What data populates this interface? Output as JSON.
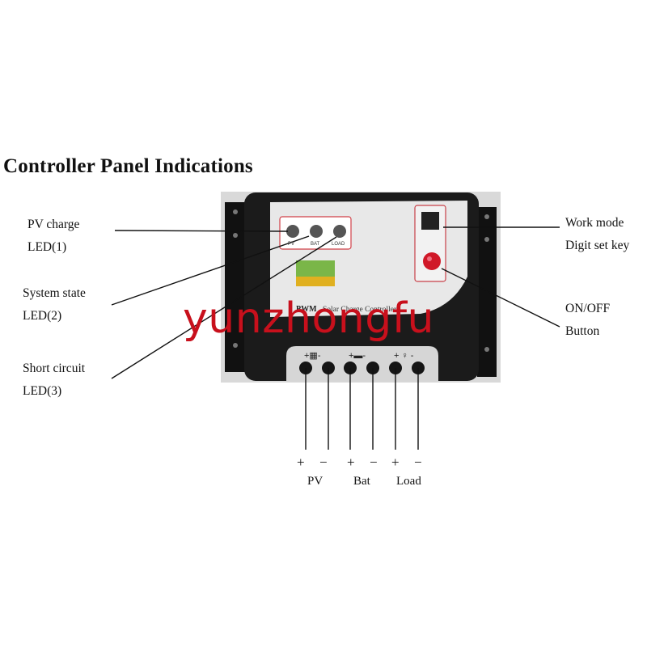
{
  "title": "Controller Panel Indications",
  "labels": {
    "pv_charge_line1": "PV charge",
    "pv_charge_line2": "LED(1)",
    "system_state_line1": "System state",
    "system_state_line2": "LED(2)",
    "short_circuit_line1": "Short circuit",
    "short_circuit_line2": "LED(3)",
    "work_mode_line1": "Work mode",
    "work_mode_line2": "Digit set key",
    "onoff_line1": "ON/OFF",
    "onoff_line2": "Button"
  },
  "device": {
    "brand": "PWM",
    "name": "Solar Charge Controller",
    "led_labels": [
      "PV",
      "BAT",
      "LOAD"
    ]
  },
  "terminals": {
    "signs": [
      "+",
      "−",
      "+",
      "−",
      "+",
      "−"
    ],
    "names": [
      "PV",
      "Bat",
      "Load"
    ]
  },
  "watermark": "yunzhongfu",
  "colors": {
    "housing": "#1b1b1b",
    "faceplate": "#e8e8e8",
    "button": "#d01828",
    "watermark": "#c8101c"
  }
}
